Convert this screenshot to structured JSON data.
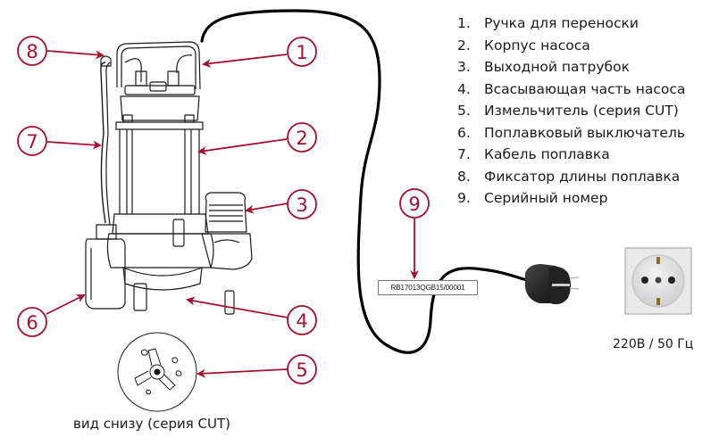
{
  "colors": {
    "accent": "#a3112c",
    "line": "#1a1a1a",
    "cable": "#000000"
  },
  "legend": [
    {
      "num": "1.",
      "label": "Ручка для переноски"
    },
    {
      "num": "2.",
      "label": "Корпус насоса"
    },
    {
      "num": "3.",
      "label": "Выходной патрубок"
    },
    {
      "num": "4.",
      "label": "Всасывающая часть насоса"
    },
    {
      "num": "5.",
      "label": "Измельчитель (серия CUT)"
    },
    {
      "num": "6.",
      "label": "Поплавковый выключатель"
    },
    {
      "num": "7.",
      "label": "Кабель поплавка"
    },
    {
      "num": "8.",
      "label": "Фиксатор длины поплавка"
    },
    {
      "num": "9.",
      "label": "Серийный номер"
    }
  ],
  "callouts": [
    "1",
    "2",
    "3",
    "4",
    "5",
    "6",
    "7",
    "8",
    "9"
  ],
  "serial_number": "RB17013QGB15/00001",
  "bottom_view_caption": "вид снизу (серия CUT)",
  "power_spec": "220В / 50 Гц",
  "icons": {
    "pump": "submersible-pump-illustration",
    "impeller": "cutter-impeller-bottom-view",
    "plug": "schuko-plug",
    "socket": "schuko-socket"
  }
}
